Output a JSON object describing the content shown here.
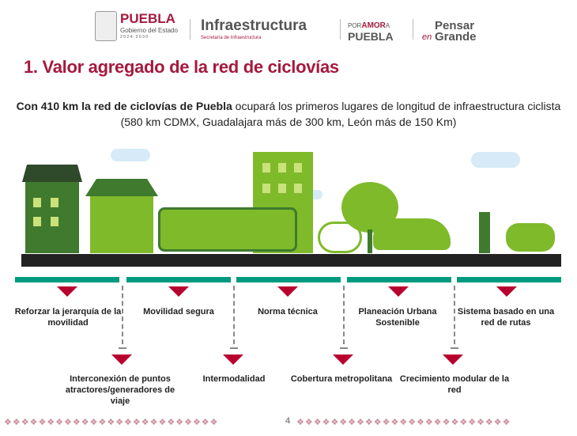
{
  "header": {
    "logo_puebla": {
      "name": "PUEBLA",
      "sub": "Gobierno del Estado",
      "years": "2 0 2 4 - 2 0 3 0"
    },
    "logo_infra": {
      "name": "Infraestructura",
      "sub": "Secretaría de Infraestructura"
    },
    "logo_amor": {
      "top_a": "POR",
      "top_b": "AMOR",
      "top_c": "A",
      "bottom": "PUEBLA"
    },
    "logo_pensar": {
      "top": "Pensar",
      "en": "en",
      "bottom": "Grande"
    }
  },
  "title": "1. Valor agregado de la red de ciclovías",
  "subtitle": {
    "bold": "Con 410 km la red de ciclovías de Puebla",
    "rest": " ocupará los primeros lugares de longitud de infraestructura ciclista (580 km CDMX,  Guadalajara más de 300 km, León más de 150 Km)"
  },
  "top_items": [
    "Reforzar la jerarquía de la movilidad",
    "Movilidad segura",
    "Norma técnica",
    "Planeación Urbana Sostenible",
    "Sistema basado en una red de rutas"
  ],
  "bottom_items": [
    "Interconexión de puntos atractores/generadores de viaje",
    "Intermodalidad",
    "Cobertura metropolitana",
    "Crecimiento modular de la red"
  ],
  "footer": {
    "page": "4",
    "pattern_left": "❖❖❖❖❖❖❖❖❖❖❖❖❖❖❖❖❖❖❖❖❖❖❖❖❖",
    "pattern_right": "❖❖❖❖❖❖❖❖❖❖❖❖❖❖❖❖❖❖❖❖❖❖❖❖❖"
  },
  "colors": {
    "accent": "#a5193d",
    "teal": "#009b7f",
    "green": "#7fba2b"
  }
}
